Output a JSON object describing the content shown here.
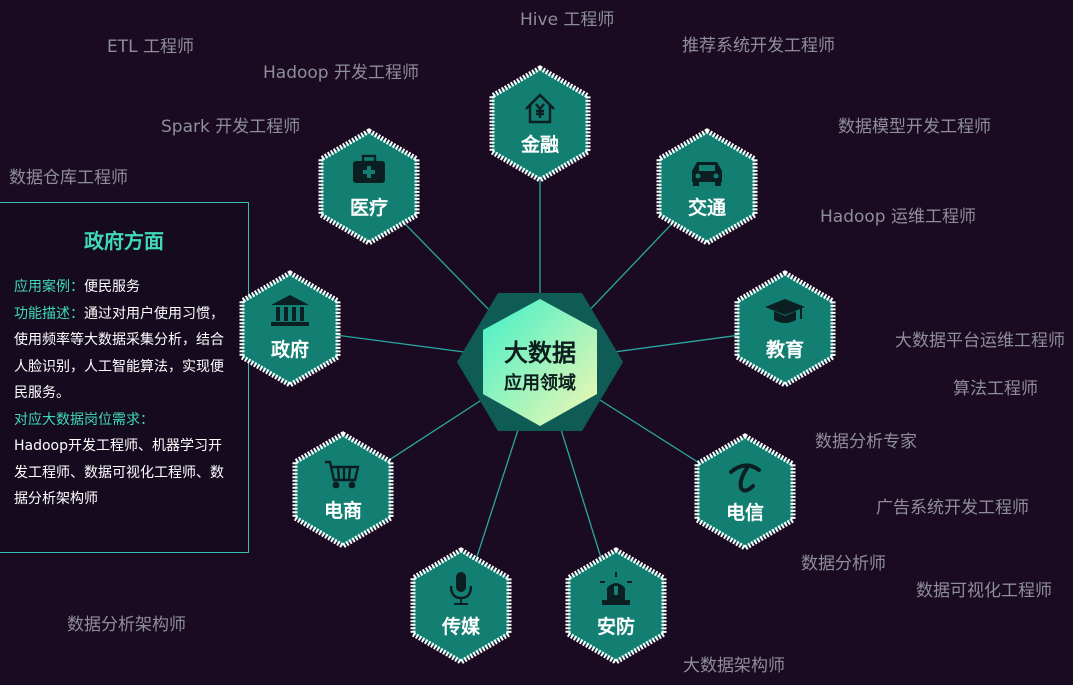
{
  "center": {
    "title": "大数据",
    "subtitle": "应用领域"
  },
  "domains": [
    {
      "label": "金融",
      "icon": "finance-house-yen-icon"
    },
    {
      "label": "交通",
      "icon": "car-icon"
    },
    {
      "label": "教育",
      "icon": "graduation-cap-icon"
    },
    {
      "label": "电信",
      "icon": "telecom-logo-icon"
    },
    {
      "label": "安防",
      "icon": "alarm-siren-icon"
    },
    {
      "label": "传媒",
      "icon": "microphone-icon"
    },
    {
      "label": "电商",
      "icon": "shopping-cart-icon"
    },
    {
      "label": "政府",
      "icon": "government-building-icon"
    },
    {
      "label": "医疗",
      "icon": "medical-kit-icon"
    }
  ],
  "jobs": [
    "Hive 工程师",
    "推荐系统开发工程师",
    "ETL 工程师",
    "Hadoop 开发工程师",
    "Spark 开发工程师",
    "数据模型开发工程师",
    "数据仓库工程师",
    "Hadoop 运维工程师",
    "大数据平台运维工程师",
    "算法工程师",
    "数据分析专家",
    "广告系统开发工程师",
    "数据分析师",
    "数据可视化工程师",
    "数据分析架构师",
    "大数据架构师"
  ],
  "info_panel": {
    "title": "政府方面",
    "case_label": "应用案例：",
    "case_value": "便民服务",
    "desc_label": "功能描述：",
    "desc_value": "通过对用户使用习惯，使用频率等大数据采集分析，结合人脸识别，人工智能算法，实现便民服务。",
    "jobs_label": "对应大数据岗位需求：",
    "jobs_value": "Hadoop开发工程师、机器学习开发工程师、数据可视化工程师、数据分析架构师"
  },
  "colors": {
    "background": "#1a0b22",
    "node_fill": "#137f72",
    "node_border": "#ffffff",
    "center_fill_start": "#3ff0c8",
    "center_fill_end": "#f6f7b3",
    "center_outer": "#0f5c56",
    "link_line": "#2aa7a0",
    "accent_text": "#3fd9b8",
    "job_text": "#8e8e98"
  }
}
